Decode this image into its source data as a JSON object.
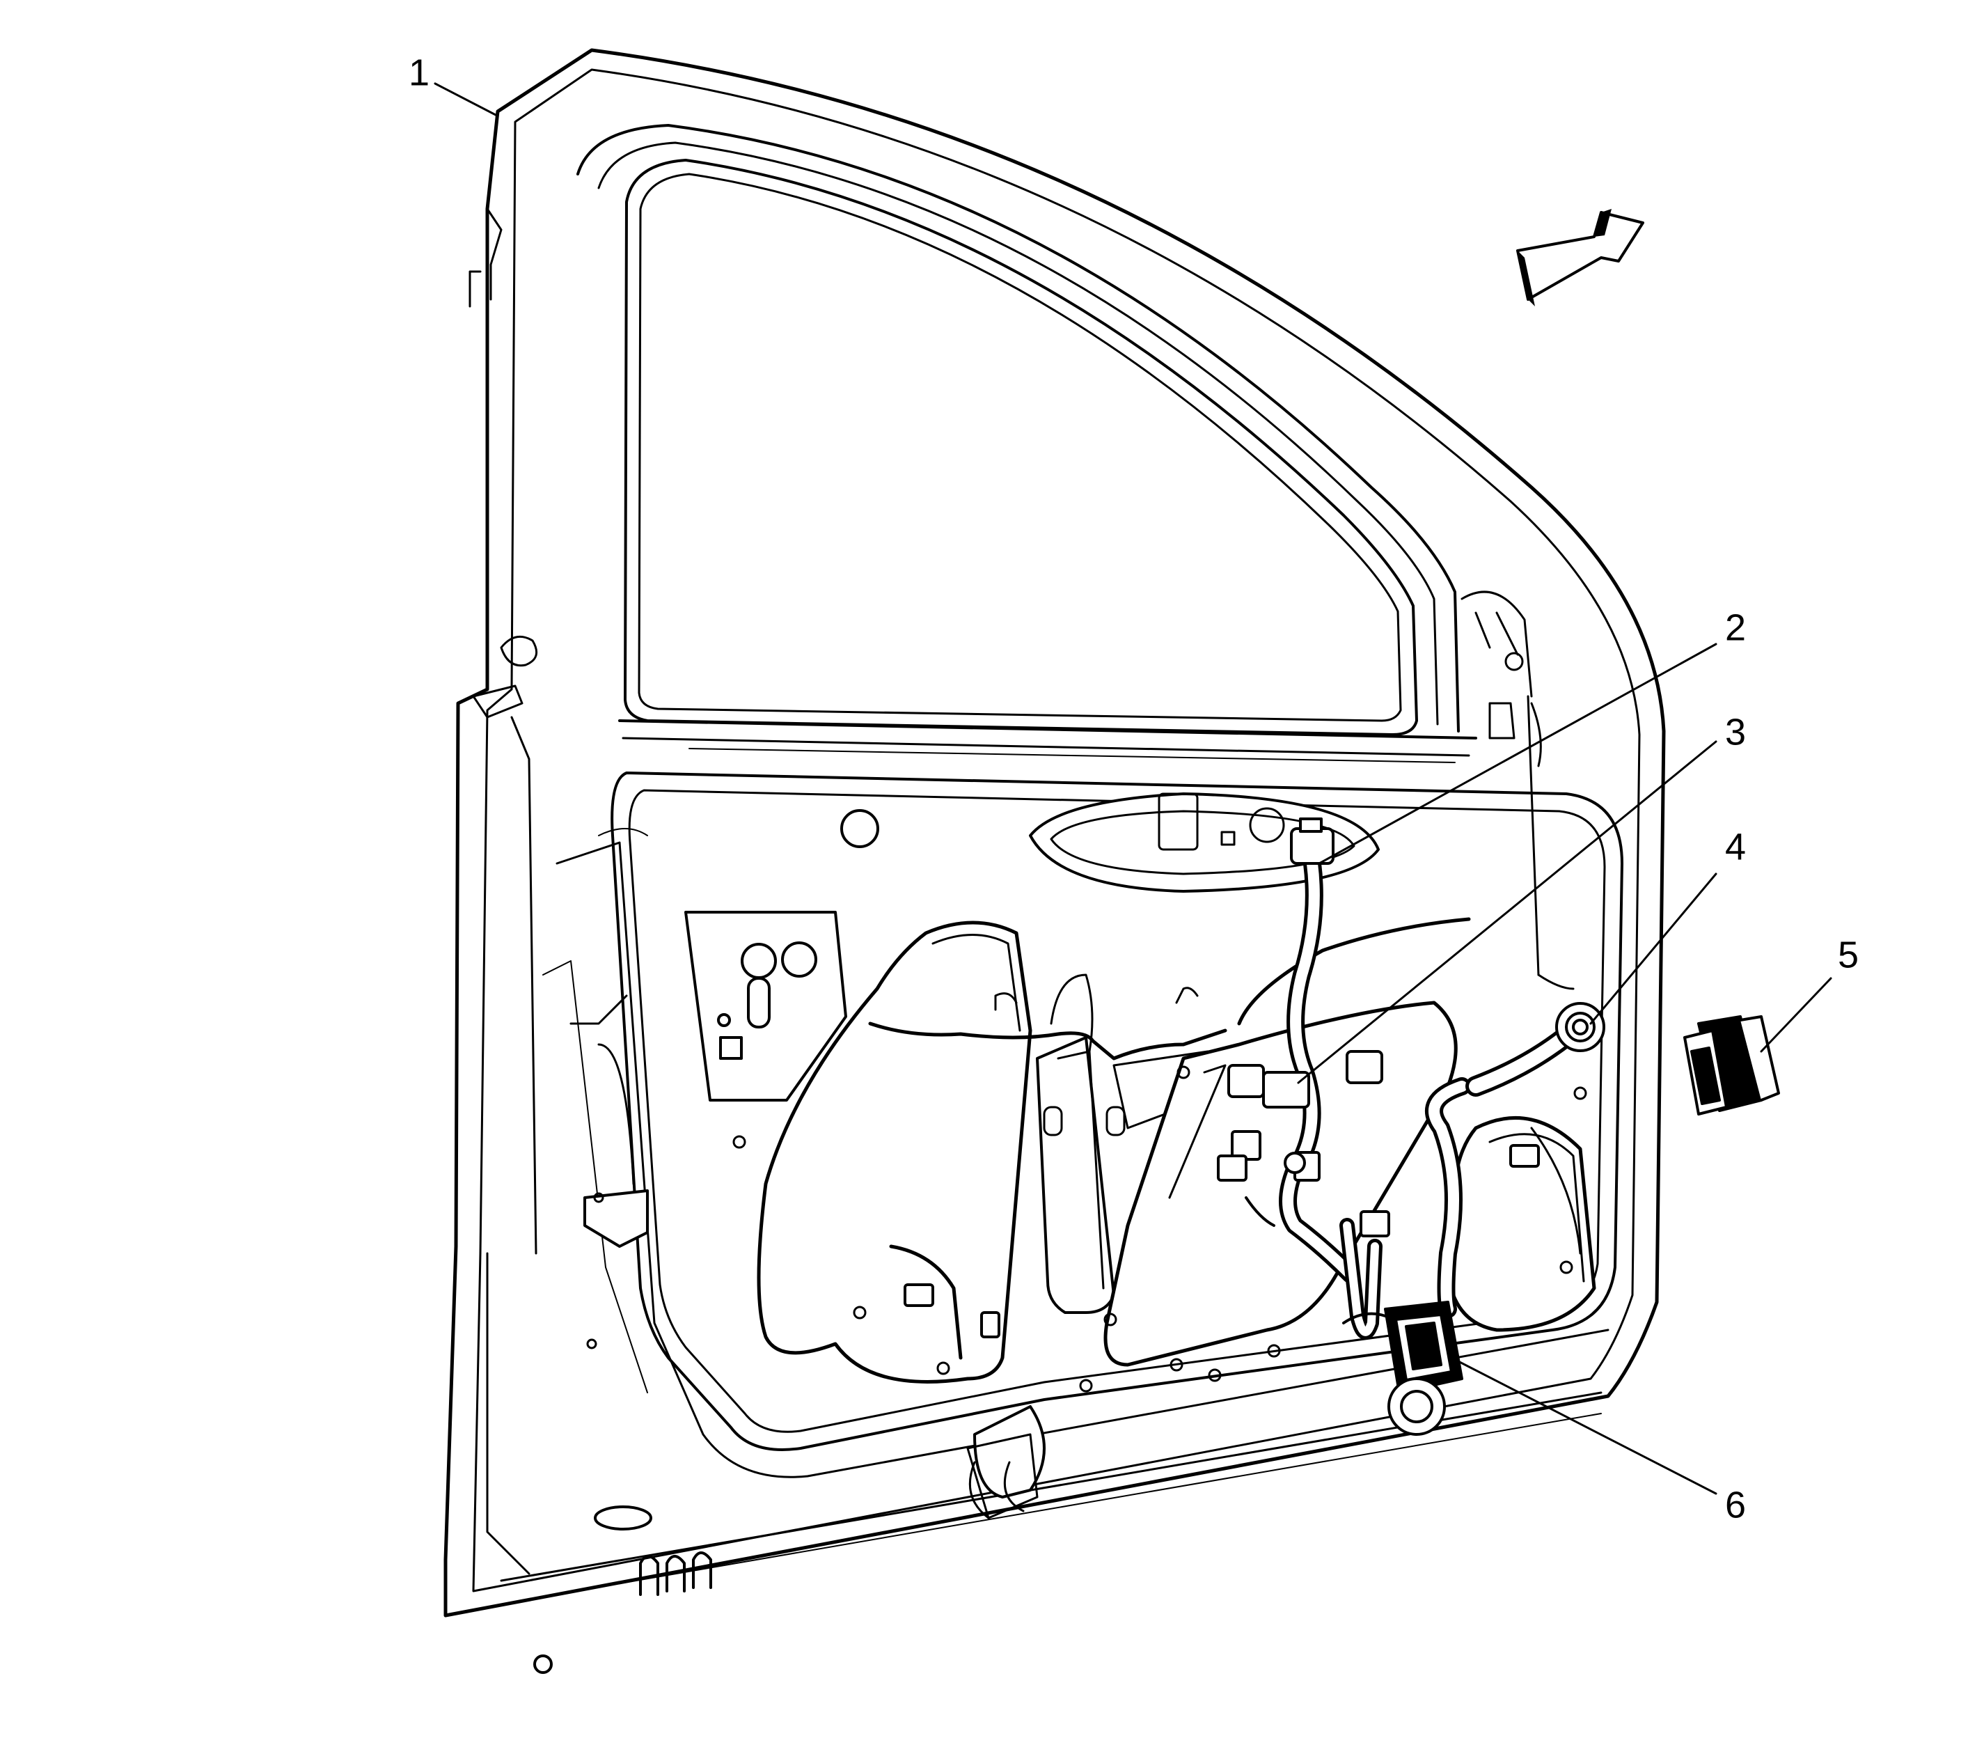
{
  "diagram": {
    "callouts": [
      {
        "id": "1",
        "label": "1"
      },
      {
        "id": "2",
        "label": "2"
      },
      {
        "id": "3",
        "label": "3"
      },
      {
        "id": "4",
        "label": "4"
      },
      {
        "id": "5",
        "label": "5"
      },
      {
        "id": "6",
        "label": "6"
      }
    ],
    "orientation_arrow": {
      "icon": "direction-arrow-icon"
    },
    "colors": {
      "line": "#000000",
      "background": "#ffffff",
      "fill": "#ffffff"
    }
  }
}
